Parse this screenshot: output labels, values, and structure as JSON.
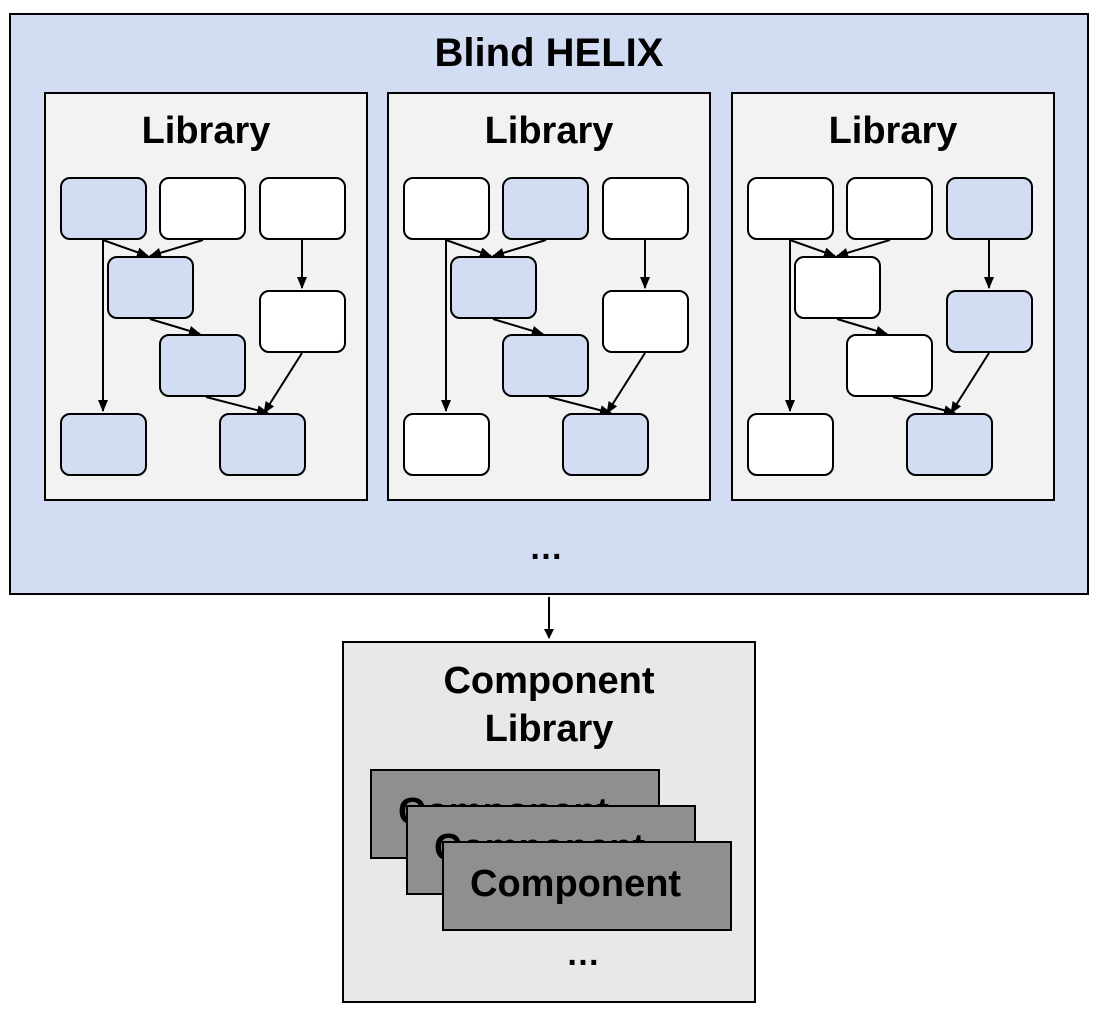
{
  "outer": {
    "title": "Blind HELIX",
    "ellipsis": "…"
  },
  "libraries": [
    {
      "title": "Library",
      "nodes": [
        "blue",
        "white",
        "white",
        "blue",
        "white",
        "blue",
        "blue",
        "blue"
      ]
    },
    {
      "title": "Library",
      "nodes": [
        "white",
        "blue",
        "white",
        "blue",
        "white",
        "blue",
        "white",
        "blue"
      ]
    },
    {
      "title": "Library",
      "nodes": [
        "white",
        "white",
        "blue",
        "white",
        "blue",
        "white",
        "white",
        "blue"
      ]
    }
  ],
  "component_library": {
    "title_line1": "Component",
    "title_line2": "Library",
    "cards": [
      "Component",
      "Component",
      "Component"
    ],
    "ellipsis": "…"
  },
  "colors": {
    "blue": "#d2dcf2",
    "panel": "#f2f2f2",
    "card": "#8f8f8f",
    "complib_bg": "#e8e8e8"
  }
}
